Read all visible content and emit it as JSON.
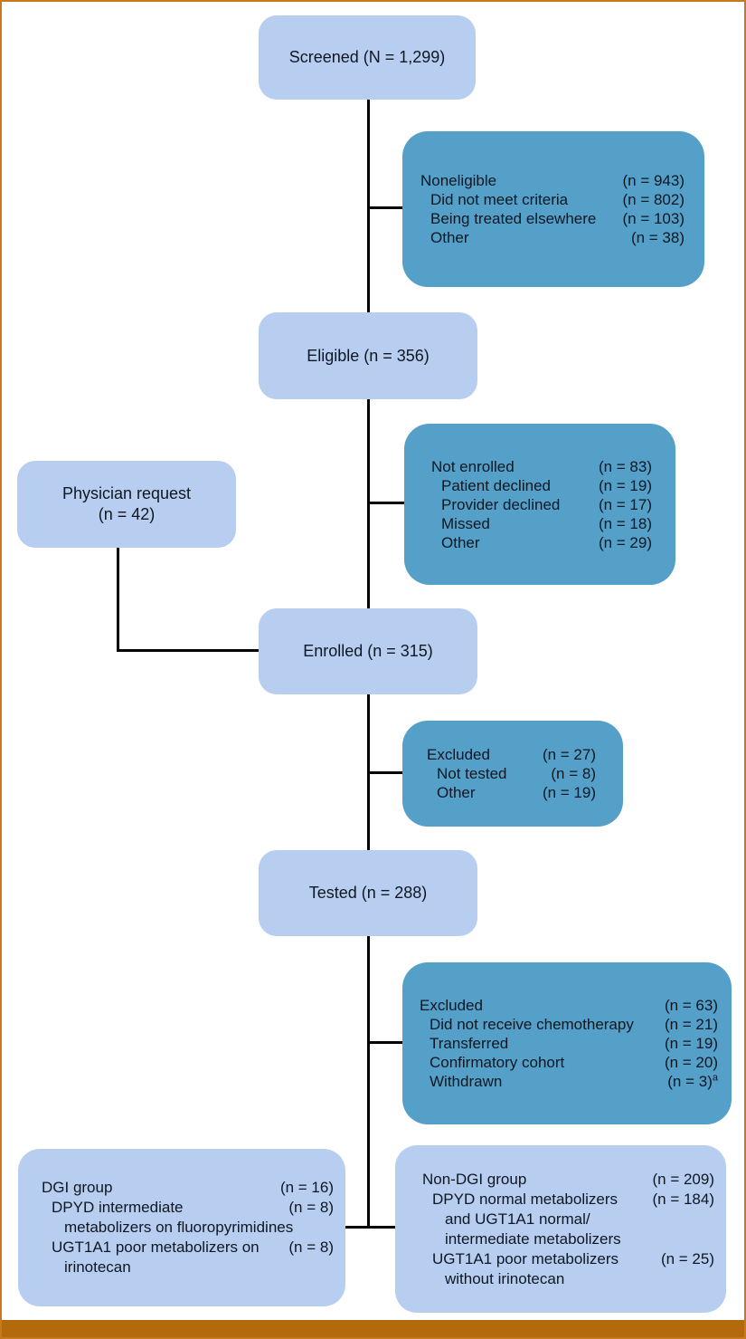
{
  "palette": {
    "light_box": "#b7cef0",
    "dark_box": "#54a0c8",
    "connector_line": "#000000",
    "outer_border": "#c8791e",
    "bottom_bar": "#b26a0b",
    "text": "#0f1722"
  },
  "boxes": {
    "screened": {
      "label": "Screened (N = 1,299)"
    },
    "noneligible": {
      "rows": [
        {
          "label": "Noneligible",
          "value": "(n = 943)",
          "indent": 0
        },
        {
          "label": "Did not meet criteria",
          "value": "(n = 802)",
          "indent": 1
        },
        {
          "label": "Being treated elsewhere",
          "value": "(n = 103)",
          "indent": 1
        },
        {
          "label": "Other",
          "value": "(n = 38)",
          "indent": 1
        }
      ]
    },
    "eligible": {
      "label": "Eligible (n = 356)"
    },
    "not_enrolled": {
      "rows": [
        {
          "label": "Not enrolled",
          "value": "(n = 83)",
          "indent": 0
        },
        {
          "label": "Patient declined",
          "value": "(n = 19)",
          "indent": 1
        },
        {
          "label": "Provider declined",
          "value": "(n = 17)",
          "indent": 1
        },
        {
          "label": "Missed",
          "value": "(n = 18)",
          "indent": 1
        },
        {
          "label": "Other",
          "value": "(n = 29)",
          "indent": 1
        }
      ]
    },
    "physician_request": {
      "line1": "Physician request",
      "line2": "(n = 42)"
    },
    "enrolled": {
      "label": "Enrolled (n = 315)"
    },
    "excluded_post_enrollment": {
      "rows": [
        {
          "label": "Excluded",
          "value": "(n = 27)",
          "indent": 0
        },
        {
          "label": "Not tested",
          "value": "(n = 8)",
          "indent": 1
        },
        {
          "label": "Other",
          "value": "(n = 19)",
          "indent": 1
        }
      ]
    },
    "tested": {
      "label": "Tested (n = 288)"
    },
    "excluded_post_testing": {
      "rows": [
        {
          "label": "Excluded",
          "value": "(n = 63)",
          "indent": 0
        },
        {
          "label": "Did not receive chemotherapy",
          "value": "(n = 21)",
          "indent": 1
        },
        {
          "label": "Transferred",
          "value": "(n = 19)",
          "indent": 1
        },
        {
          "label": "Confirmatory cohort",
          "value": "(n = 20)",
          "indent": 1
        },
        {
          "label": "Withdrawn",
          "value": "(n = 3)",
          "sup": "a",
          "indent": 1
        }
      ]
    },
    "dgi_group": {
      "rows": [
        {
          "label": "DGI group",
          "value": "(n = 16)",
          "indent": 0
        },
        {
          "label": "DPYD intermediate",
          "value": "(n = 8)",
          "indent": 1
        },
        {
          "label": "metabolizers on fluoropyrimidines",
          "value": "",
          "indent": 2
        },
        {
          "label": "UGT1A1 poor metabolizers on",
          "value": "(n = 8)",
          "indent": 1
        },
        {
          "label": "irinotecan",
          "value": "",
          "indent": 2
        }
      ]
    },
    "non_dgi_group": {
      "rows": [
        {
          "label": "Non-DGI group",
          "value": "(n = 209)",
          "indent": 0
        },
        {
          "label": "DPYD normal metabolizers",
          "value": "(n = 184)",
          "indent": 1
        },
        {
          "label": "and UGT1A1 normal/",
          "value": "",
          "indent": 2
        },
        {
          "label": "intermediate metabolizers",
          "value": "",
          "indent": 2
        },
        {
          "label": "UGT1A1 poor metabolizers",
          "value": "(n = 25)",
          "indent": 1
        },
        {
          "label": "without irinotecan",
          "value": "",
          "indent": 2
        }
      ]
    }
  }
}
